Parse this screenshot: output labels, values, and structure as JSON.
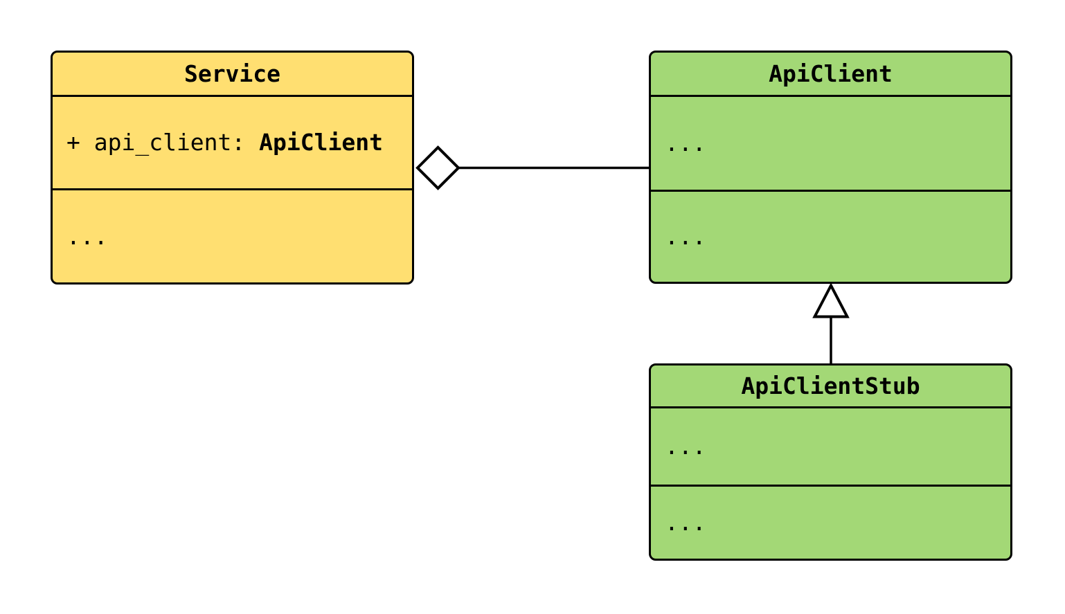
{
  "diagram": {
    "kind": "uml-class-diagram",
    "background_color": "#ffffff",
    "stroke_color": "#000000",
    "class_fill_yellow": "#ffdf71",
    "class_fill_green": "#a3d876"
  },
  "classes": [
    {
      "name": "Service",
      "fill": "#ffdf71",
      "attribute": {
        "prefix": "+ api_client: ",
        "type": "ApiClient"
      },
      "methods_placeholder": "..."
    },
    {
      "name": "ApiClient",
      "fill": "#a3d876",
      "attributes_placeholder": "...",
      "methods_placeholder": "..."
    },
    {
      "name": "ApiClientStub",
      "fill": "#a3d876",
      "attributes_placeholder": "...",
      "methods_placeholder": "..."
    }
  ],
  "relationships": [
    {
      "type": "aggregation",
      "from": "Service",
      "to": "ApiClient",
      "marker": "open-diamond",
      "marker_at": "Service"
    },
    {
      "type": "inheritance",
      "from": "ApiClientStub",
      "to": "ApiClient",
      "marker": "open-triangle",
      "marker_at": "ApiClient"
    }
  ]
}
